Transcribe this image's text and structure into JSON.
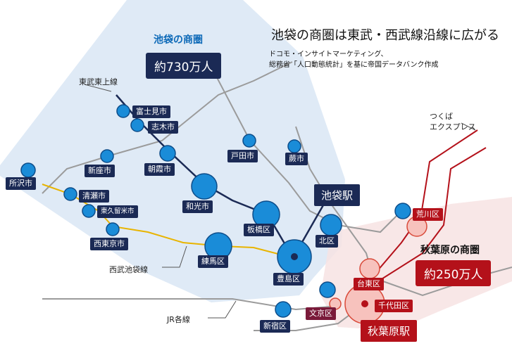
{
  "title": "池袋の商圏は東武・西武線沿線に広がる",
  "source_line1": "ドコモ・インサイトマーケティング、",
  "source_line2": "総務省「人口動態統計」を基に帝国データバンク作成",
  "ikebukuro_area": {
    "heading": "池袋の商圏",
    "population": "約730万人"
  },
  "akihabara_area": {
    "heading": "秋葉原の商圏",
    "population": "約250万人"
  },
  "ikebukuro_station": "池袋駅",
  "akihabara_station": "秋葉原駅",
  "lines": {
    "tobu_tojo": "東武東上線",
    "seibu_ikebukuro": "西武池袋線",
    "jr": "JR各線",
    "tsukuba": "つくば\nエクスプレス"
  },
  "colors": {
    "navy": "#1b2a55",
    "red": "#b4111a",
    "blue_area": "#dbe8f5",
    "yellow_line": "#e8b400"
  },
  "navy_places": [
    "所沢市",
    "富士見市",
    "志木市",
    "新座市",
    "朝霞市",
    "和光市",
    "清瀬市",
    "東久留米市",
    "西東京市",
    "戸田市",
    "蕨市",
    "板橋区",
    "北区",
    "練馬区",
    "豊島区",
    "新宿区"
  ],
  "red_places": [
    "荒川区",
    "台東区",
    "文京区",
    "千代田区"
  ]
}
